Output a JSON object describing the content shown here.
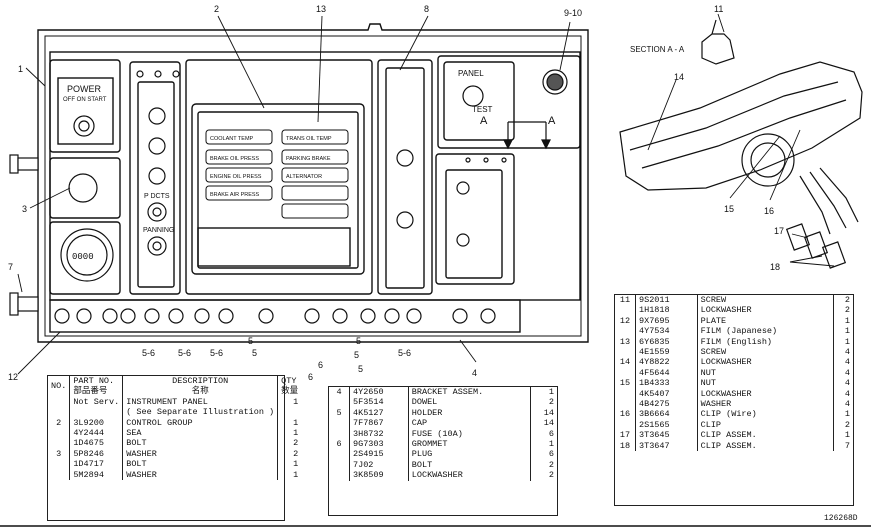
{
  "drawing_id": "126268D",
  "panel": {
    "power_label_1": "POWER",
    "power_label_2": "OFF  ON  START",
    "panel_test_1": "PANEL",
    "panel_test_2": "TEST",
    "section_label": "SECTION  A - A",
    "section_arrow_a1": "A",
    "section_arrow_a2": "A",
    "left_switch_1": "P  DCTS",
    "left_switch_2": "PANNING",
    "gauge_readout": "0000",
    "warning_lights": [
      "COOLANT TEMP",
      "BRAKE OIL PRESS",
      "ENGINE OIL PRESS",
      "BRAKE AIR PRESS",
      "TRANS OIL TEMP",
      "PARKING BRAKE",
      "ALTERNATOR"
    ]
  },
  "callouts": [
    "1",
    "2",
    "3",
    "4",
    "5",
    "5",
    "5",
    "5-6",
    "5-6",
    "5-6",
    "5",
    "6",
    "5-6",
    "5",
    "6",
    "7",
    "8",
    "9-10",
    "11",
    "12",
    "13",
    "14",
    "15",
    "16",
    "17",
    "18"
  ],
  "table_left": {
    "headers": {
      "no": "NO.",
      "part_no": "PART NO.",
      "part_no_jp": "部品番号",
      "desc": "DESCRIPTION",
      "desc_jp": "名称",
      "qty": "QTY",
      "qty_jp": "数量"
    },
    "rows": [
      {
        "no": "",
        "part": "Not Serv.",
        "desc": "INSTRUMENT PANEL",
        "qty": "1"
      },
      {
        "no": "",
        "part": "",
        "desc": "( See Separate Illustration )",
        "qty": ""
      },
      {
        "no": "2",
        "part": "3L9200",
        "desc": "CONTROL GROUP",
        "qty": "1"
      },
      {
        "no": "",
        "part": "4Y2444",
        "desc": "SEA",
        "qty": "1"
      },
      {
        "no": "",
        "part": "1D4675",
        "desc": "BOLT",
        "qty": "2"
      },
      {
        "no": "3",
        "part": "5P8246",
        "desc": "WASHER",
        "qty": "2"
      },
      {
        "no": "",
        "part": "1D4717",
        "desc": "BOLT",
        "qty": "1"
      },
      {
        "no": "",
        "part": "5M2894",
        "desc": "WASHER",
        "qty": "1"
      }
    ]
  },
  "table_mid": {
    "rows": [
      {
        "no": "4",
        "part": "4Y2650",
        "desc": "BRACKET ASSEM.",
        "qty": "1"
      },
      {
        "no": "",
        "part": "5F3514",
        "desc": "DOWEL",
        "qty": "2"
      },
      {
        "no": "5",
        "part": "4K5127",
        "desc": "HOLDER",
        "qty": "14"
      },
      {
        "no": "",
        "part": "7F7867",
        "desc": "CAP",
        "qty": "14"
      },
      {
        "no": "",
        "part": "3H8732",
        "desc": "FUSE (10A)",
        "qty": "6"
      },
      {
        "no": "6",
        "part": "9G7303",
        "desc": "GROMMET",
        "qty": "1"
      },
      {
        "no": "",
        "part": "2S4915",
        "desc": "PLUG",
        "qty": "6"
      },
      {
        "no": "",
        "part": "7J02",
        "desc": "BOLT",
        "qty": "2"
      },
      {
        "no": "",
        "part": "3K8509",
        "desc": "LOCKWASHER",
        "qty": "2"
      }
    ]
  },
  "table_right": {
    "rows": [
      {
        "no": "11",
        "part": "9S2011",
        "desc": "SCREW",
        "qty": "2"
      },
      {
        "no": "",
        "part": "1H1818",
        "desc": "LOCKWASHER",
        "qty": "2"
      },
      {
        "no": "12",
        "part": "9X7695",
        "desc": "PLATE",
        "qty": "1"
      },
      {
        "no": "",
        "part": "4Y7534",
        "desc": "FILM (Japanese)",
        "qty": "1"
      },
      {
        "no": "13",
        "part": "6Y6835",
        "desc": "FILM (English)",
        "qty": "1"
      },
      {
        "no": "",
        "part": "4E1559",
        "desc": "SCREW",
        "qty": "4"
      },
      {
        "no": "14",
        "part": "4Y8822",
        "desc": "LOCKWASHER",
        "qty": "4"
      },
      {
        "no": "",
        "part": "4F5644",
        "desc": "NUT",
        "qty": "4"
      },
      {
        "no": "15",
        "part": "1B4333",
        "desc": "NUT",
        "qty": "4"
      },
      {
        "no": "",
        "part": "4K5407",
        "desc": "LOCKWASHER",
        "qty": "4"
      },
      {
        "no": "",
        "part": "4B4275",
        "desc": "WASHER",
        "qty": "4"
      },
      {
        "no": "16",
        "part": "3B6664",
        "desc": "CLIP (Wire)",
        "qty": "1"
      },
      {
        "no": "",
        "part": "2S1565",
        "desc": "CLIP",
        "qty": "2"
      },
      {
        "no": "17",
        "part": "3T3645",
        "desc": "CLIP ASSEM.",
        "qty": "1"
      },
      {
        "no": "18",
        "part": "3T3647",
        "desc": "CLIP ASSEM.",
        "qty": "7"
      }
    ]
  }
}
